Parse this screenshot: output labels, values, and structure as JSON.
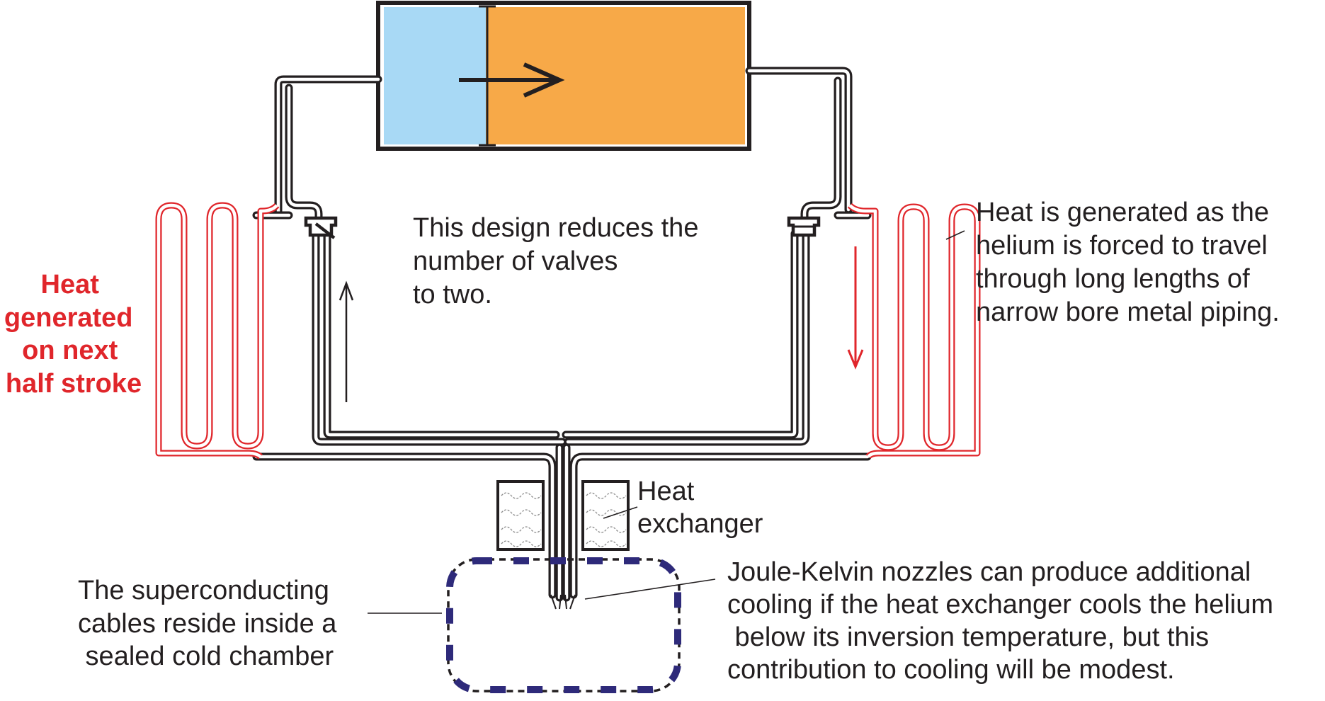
{
  "diagram": {
    "center_text": [
      "This design reduces the",
      "number of valves",
      "to two."
    ],
    "left_heat_text": [
      "Heat",
      "generated",
      "on next",
      "half stroke"
    ],
    "right_heat_text": [
      "Heat is generated as the",
      "helium is forced to travel",
      "through  long lengths of",
      "narrow bore metal piping."
    ],
    "heat_exchanger_text": [
      "Heat",
      "exchanger"
    ],
    "chamber_text": [
      "The superconducting",
      "cables reside inside a",
      " sealed cold chamber"
    ],
    "nozzle_text": [
      "Joule-Kelvin nozzles can produce additional",
      "cooling if the heat exchanger cools the helium",
      " below its inversion temperature, but this",
      "contribution to cooling will be modest."
    ]
  },
  "colors": {
    "cold_side": "#a8d9f5",
    "hot_side": "#f7a948",
    "heat_red": "#e0262b",
    "chamber_dash": "#2e2a7a",
    "ink": "#231f20"
  }
}
